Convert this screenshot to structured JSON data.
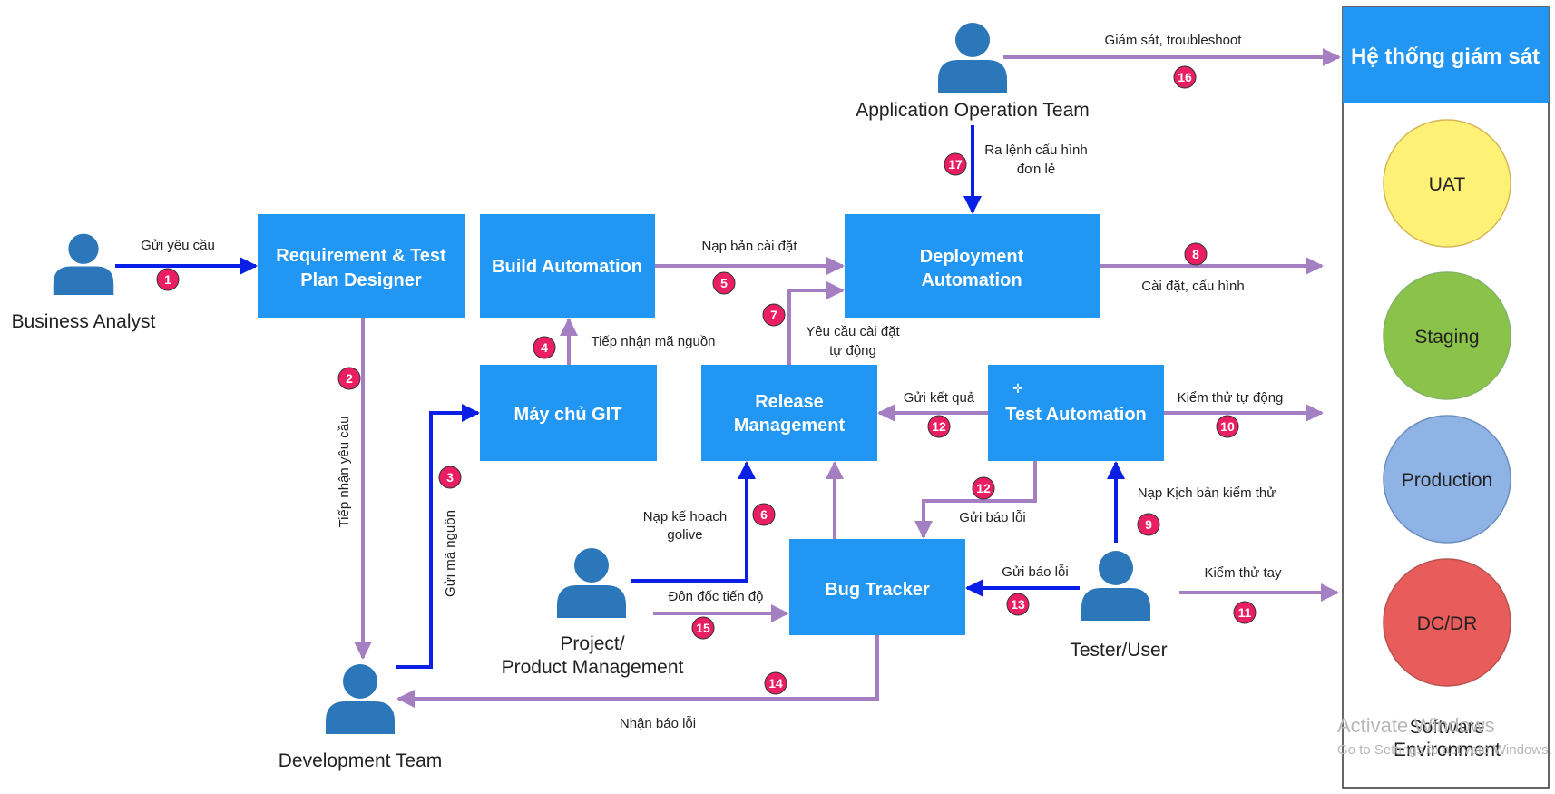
{
  "colors": {
    "box": "#2196f3",
    "blue_arrow": "#0a1fe6",
    "purple_arrow": "#a47fc2",
    "badge": "#e91e63",
    "actor": "#2b77b9"
  },
  "actors": {
    "business_analyst": "Business Analyst",
    "development_team": "Development Team",
    "project_management": [
      "Project/",
      "Product Management"
    ],
    "app_operation_team": "Application Operation Team",
    "tester_user": "Tester/User"
  },
  "boxes": {
    "requirement": [
      "Requirement & Test",
      "Plan Designer"
    ],
    "build_automation": [
      "Build Automation"
    ],
    "git_server": [
      "Máy chủ GIT"
    ],
    "deployment": [
      "Deployment",
      "Automation"
    ],
    "release": [
      "Release",
      "Management"
    ],
    "test_automation": [
      "Test Automation"
    ],
    "bug_tracker": [
      "Bug Tracker"
    ],
    "monitoring": [
      "Hệ thống giám sát"
    ]
  },
  "environments": {
    "uat": "UAT",
    "staging": "Staging",
    "production": "Production",
    "dcdr": "DC/DR",
    "label": [
      "Software",
      "Environment"
    ]
  },
  "edge_labels": {
    "e1": "Gửi yêu cầu",
    "e2": "Tiếp nhận yêu cầu",
    "e3": "Gửi mã nguồn",
    "e4": "Tiếp nhận mã nguồn",
    "e5": "Nạp bản cài đặt",
    "e6": [
      "Nạp kế hoạch",
      "golive"
    ],
    "e7": [
      "Yêu cầu cài đặt",
      "tự động"
    ],
    "e8": "Cài đặt, cấu hình",
    "e9": "Nạp Kịch bản kiểm thử",
    "e10": "Kiểm thử tự động",
    "e11": "Kiểm thử tay",
    "e12a": "Gửi kết quả",
    "e12b": "Gửi báo lỗi",
    "e13": "Gửi báo lỗi",
    "e14": "Nhận báo lỗi",
    "e15": "Đôn đốc tiến độ",
    "e16": "Giám sát, troubleshoot",
    "e17": [
      "Ra lệnh cấu hình",
      "đơn lẻ"
    ]
  },
  "badges": [
    "1",
    "2",
    "3",
    "4",
    "5",
    "6",
    "7",
    "8",
    "9",
    "10",
    "11",
    "12",
    "12",
    "13",
    "14",
    "15",
    "16",
    "17"
  ],
  "watermark": [
    "Activate Windows",
    "Go to Settings to activate Windows."
  ]
}
